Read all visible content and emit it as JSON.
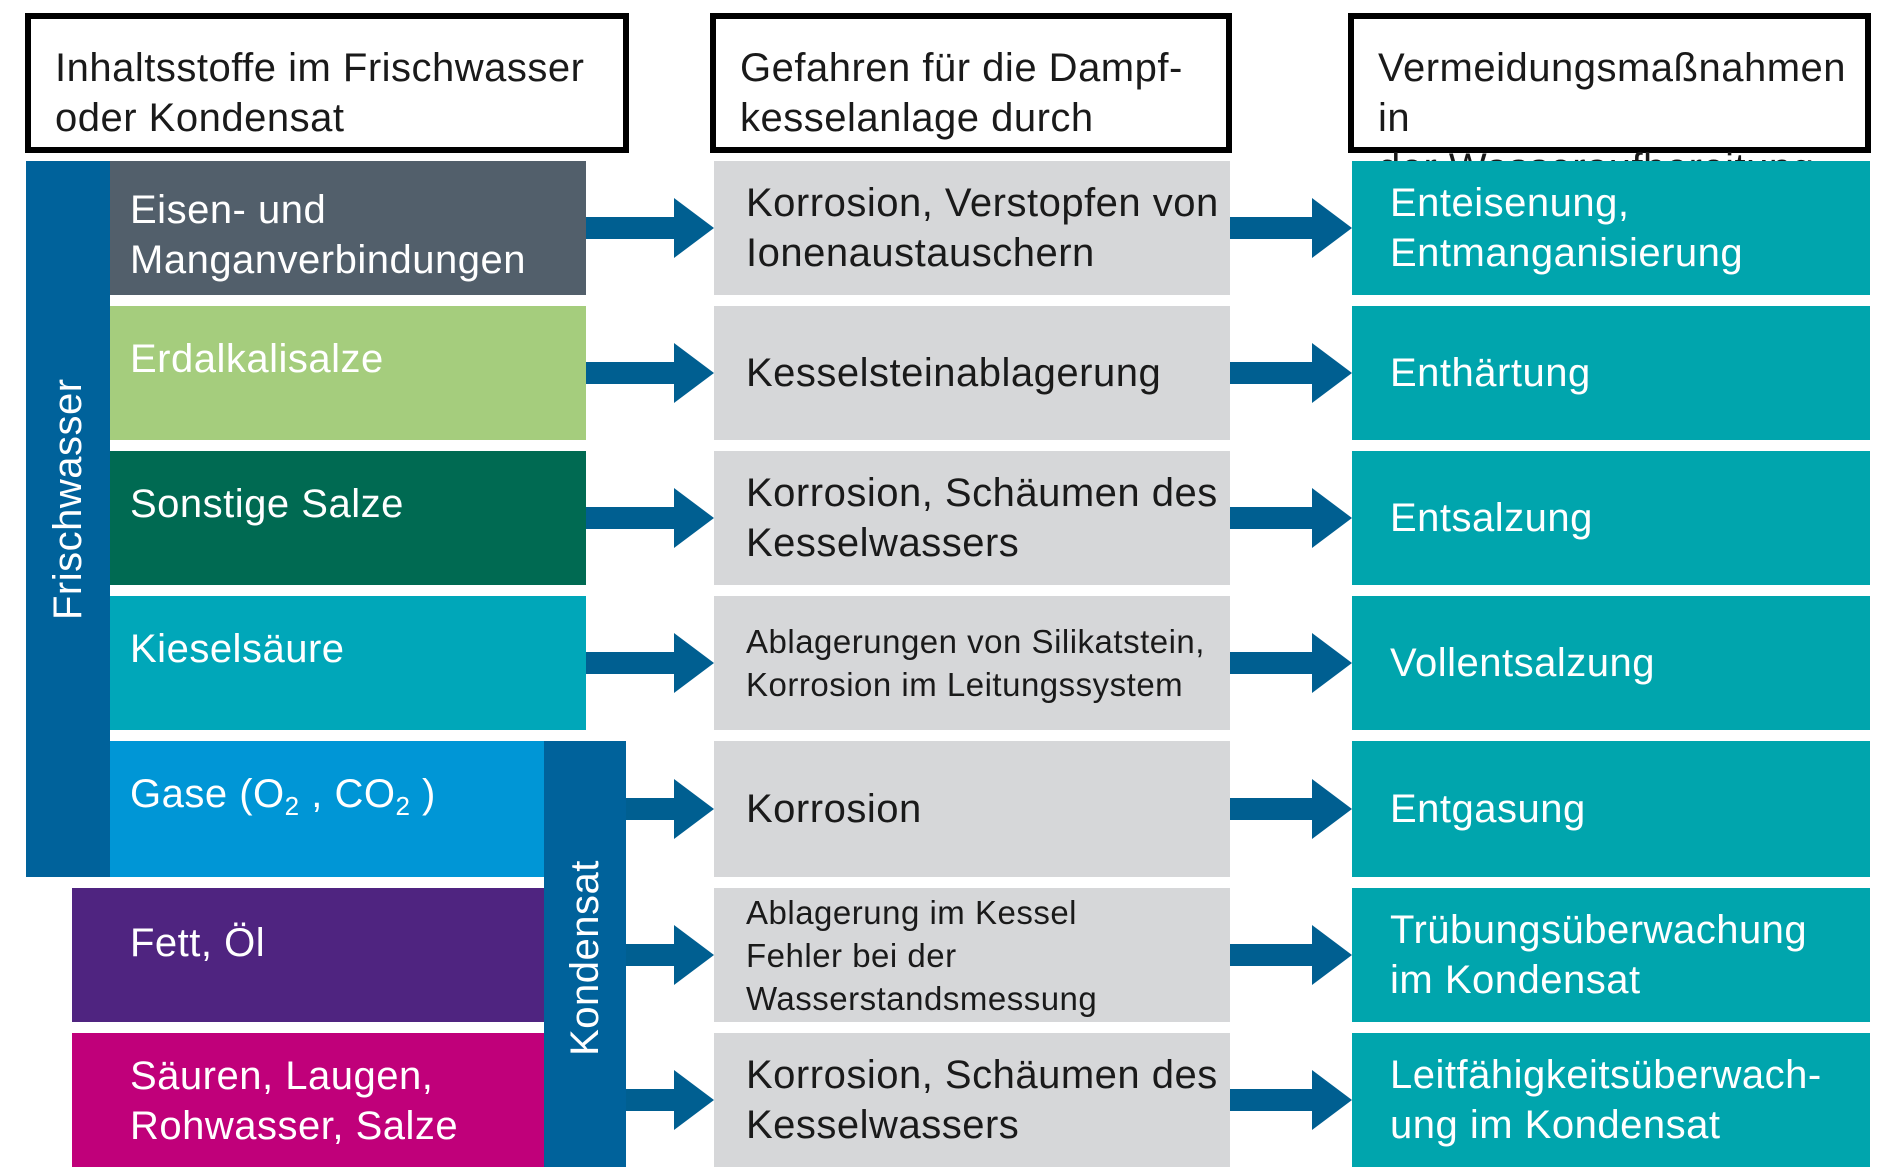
{
  "colors": {
    "arrow": "#005f91",
    "frischwasser_bar": "#00629b",
    "kondensat_bar": "#00629b",
    "middle_box": "#d6d7d9",
    "right_box": "#00a5ad",
    "header_border": "#000000"
  },
  "headers": {
    "col1": [
      "Inhaltsstoffe im Frischwasser",
      "oder Kondensat"
    ],
    "col2": [
      "Gefahren für die Dampf-",
      "kesselanlage durch"
    ],
    "col3": [
      "Vermeidungsmaßnahmen in",
      "der Wasseraufbereitung"
    ]
  },
  "side_labels": {
    "frischwasser": "Frischwasser",
    "kondensat": "Kondensat"
  },
  "rows": [
    {
      "substance": [
        "Eisen- und",
        "Manganverbindungen"
      ],
      "substance_color": "#525f6b",
      "hazard": [
        "Korrosion, Verstopfen von",
        "Ionenaustauschern"
      ],
      "measure": [
        "Enteisenung,",
        "Entmanganisierung"
      ]
    },
    {
      "substance": [
        "Erdalkalisalze"
      ],
      "substance_color": "#a5cd7d",
      "hazard": [
        "Kesselsteinablagerung"
      ],
      "measure": [
        "Enthärtung"
      ]
    },
    {
      "substance": [
        "Sonstige Salze"
      ],
      "substance_color": "#006a52",
      "hazard": [
        "Korrosion, Schäumen des",
        "Kesselwassers"
      ],
      "measure": [
        "Entsalzung"
      ]
    },
    {
      "substance": [
        "Kieselsäure"
      ],
      "substance_color": "#00a7b9",
      "hazard": [
        "Ablagerungen von Silikatstein,",
        "Korrosion im Leitungssystem"
      ],
      "measure": [
        "Vollentsalzung"
      ]
    },
    {
      "substance_parts": [
        "Gase (O",
        "2",
        " , CO",
        "2",
        " )"
      ],
      "substance_color": "#0096d6",
      "hazard": [
        "Korrosion"
      ],
      "measure": [
        "Entgasung"
      ]
    },
    {
      "substance": [
        "Fett, Öl"
      ],
      "substance_color": "#4f2480",
      "hazard": [
        "Ablagerung im Kessel",
        "Fehler bei der",
        "Wasserstandsmessung"
      ],
      "measure": [
        "Trübungsüberwachung",
        "im Kondensat"
      ]
    },
    {
      "substance": [
        "Säuren, Laugen,",
        "Rohwasser, Salze"
      ],
      "substance_color": "#c0007a",
      "hazard": [
        "Korrosion, Schäumen des",
        "Kesselwassers"
      ],
      "measure": [
        "Leitfähigkeitsüberwach-",
        "ung im Kondensat"
      ]
    }
  ]
}
